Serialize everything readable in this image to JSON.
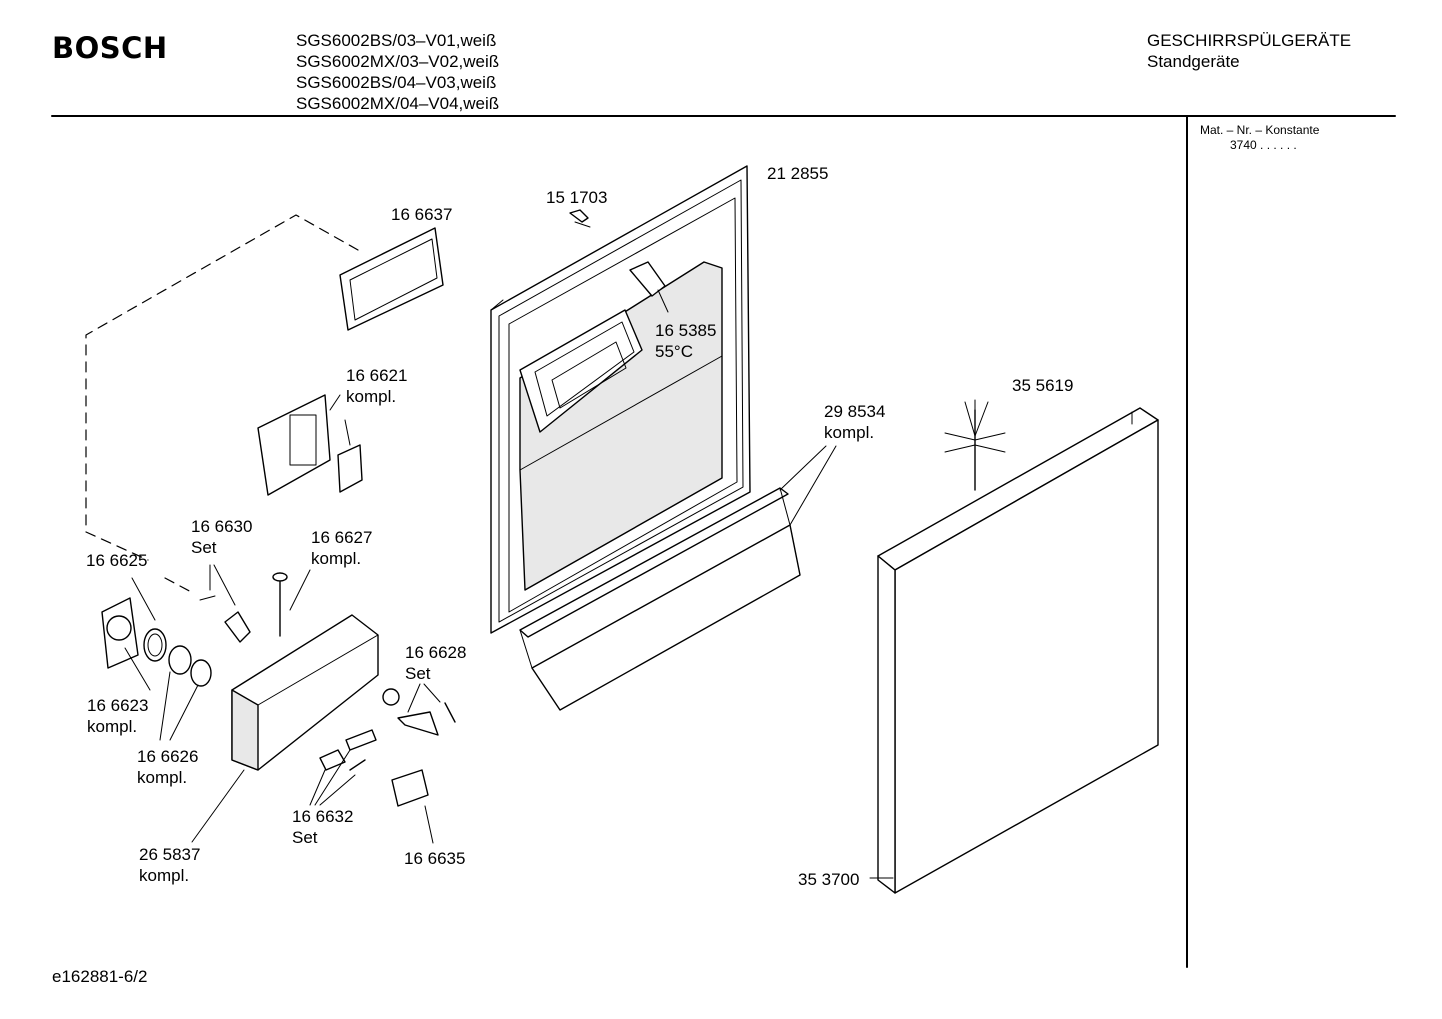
{
  "header": {
    "brand": "BOSCH",
    "models": [
      "SGS6002BS/03–V01,weiß",
      "SGS6002MX/03–V02,weiß",
      "SGS6002BS/04–V03,weiß",
      "SGS6002MX/04–V04,weiß"
    ],
    "category": [
      "GESCHIRRSPÜLGERÄTE",
      "Standgeräte"
    ]
  },
  "sidebar": {
    "mat_label": "Mat. – Nr. – Konstante",
    "mat_value": "3740  .  .  .  .  .  ."
  },
  "parts": [
    {
      "id": "p-212855",
      "lines": [
        "21 2855"
      ]
    },
    {
      "id": "p-151703",
      "lines": [
        "15 1703"
      ]
    },
    {
      "id": "p-166637",
      "lines": [
        "16 6637"
      ]
    },
    {
      "id": "p-165385",
      "lines": [
        "16 5385",
        "55°C"
      ]
    },
    {
      "id": "p-166621",
      "lines": [
        "16 6621",
        "kompl."
      ]
    },
    {
      "id": "p-355619",
      "lines": [
        "35 5619"
      ]
    },
    {
      "id": "p-298534",
      "lines": [
        "29 8534",
        "kompl."
      ]
    },
    {
      "id": "p-166630",
      "lines": [
        "16 6630",
        "Set"
      ]
    },
    {
      "id": "p-166627",
      "lines": [
        "16 6627",
        "kompl."
      ]
    },
    {
      "id": "p-166625",
      "lines": [
        "16 6625"
      ]
    },
    {
      "id": "p-166628",
      "lines": [
        "16 6628",
        "Set"
      ]
    },
    {
      "id": "p-166623",
      "lines": [
        "16 6623",
        "kompl."
      ]
    },
    {
      "id": "p-166626",
      "lines": [
        "16 6626",
        "kompl."
      ]
    },
    {
      "id": "p-166632",
      "lines": [
        "16 6632",
        "Set"
      ]
    },
    {
      "id": "p-166635",
      "lines": [
        "16 6635"
      ]
    },
    {
      "id": "p-265837",
      "lines": [
        "26 5837",
        "kompl."
      ]
    },
    {
      "id": "p-353700",
      "lines": [
        "35 3700"
      ]
    }
  ],
  "footer": {
    "drawing_id": "e162881-6/2"
  }
}
